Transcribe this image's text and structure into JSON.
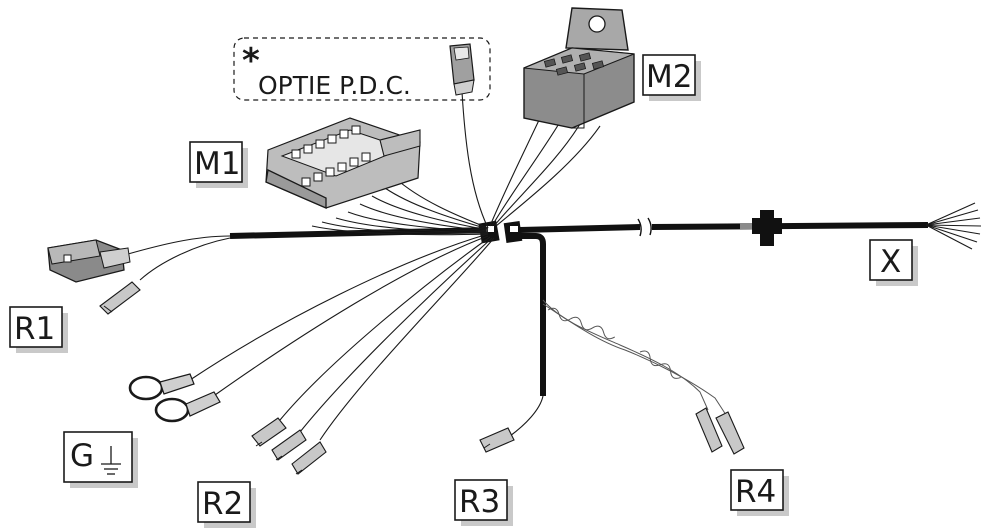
{
  "diagram": {
    "labels": {
      "m1": "M1",
      "m2": "M2",
      "r1": "R1",
      "r2": "R2",
      "r3": "R3",
      "r4": "R4",
      "x": "X",
      "g": "G"
    },
    "option": {
      "asterisk": "*",
      "text": "OPTIE P.D.C."
    },
    "icons": {
      "ground": "ground-symbol-icon"
    }
  }
}
